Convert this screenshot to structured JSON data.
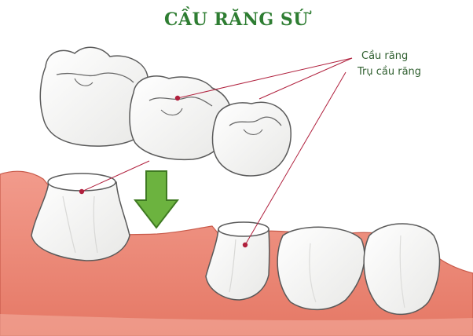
{
  "title": "CẦU RĂNG SỨ",
  "labels": {
    "bridge": "Cầu răng",
    "abutment": "Trụ cầu răng"
  },
  "colors": {
    "title": "#2e7d32",
    "gum": "#e9897a",
    "tooth": "#f7f7f5",
    "outline": "#5a5a5a",
    "leader": "#b0203d",
    "arrow": "#6cb33f"
  }
}
